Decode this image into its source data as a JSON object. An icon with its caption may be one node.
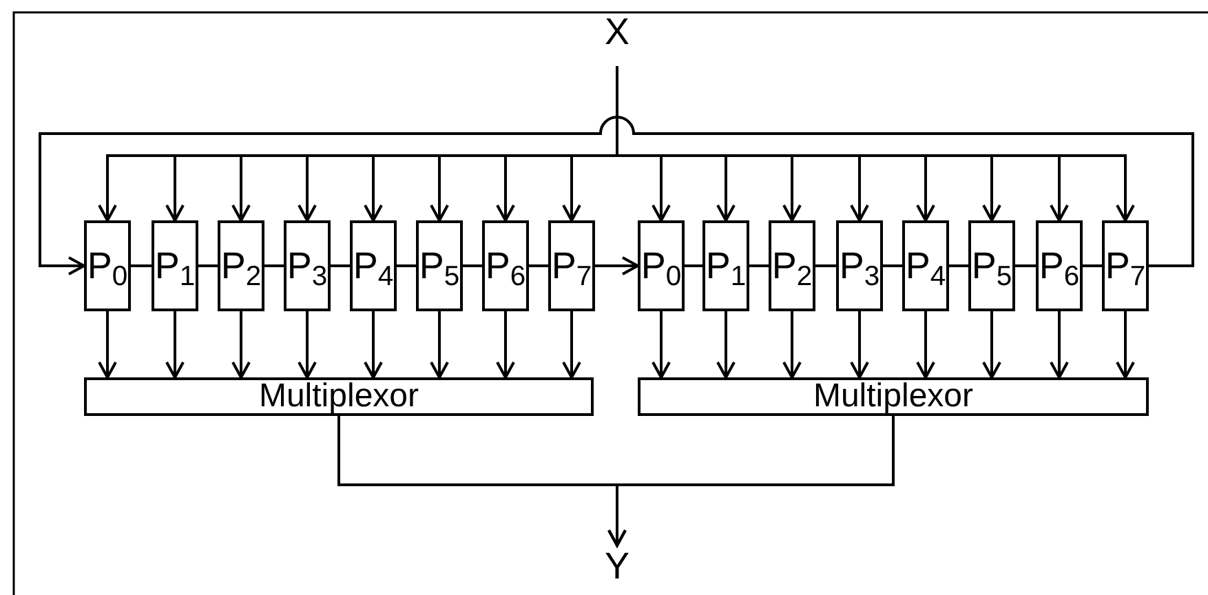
{
  "diagram": {
    "nodes": [
      {
        "text": [
          "X"
        ]
      },
      {
        "text": [
          "P$_{0}$"
        ]
      },
      {
        "text": [
          "P$_{1}$"
        ]
      },
      {
        "text": [
          "P$_{2}$"
        ]
      },
      {
        "text": [
          "P$_{3}$"
        ]
      },
      {
        "text": [
          "P$_{4}$"
        ]
      },
      {
        "text": [
          "P$_{5}$"
        ]
      },
      {
        "text": [
          "P$_{6}$"
        ]
      },
      {
        "text": [
          "P$_{7}$"
        ]
      },
      {
        "text": [
          "P$_{0}$"
        ]
      },
      {
        "text": [
          "P$_{1}$"
        ]
      },
      {
        "text": [
          "P$_{2}$"
        ]
      },
      {
        "text": [
          "P$_{3}$"
        ]
      },
      {
        "text": [
          "P$_{4}$"
        ]
      },
      {
        "text": [
          "P$_{5}$"
        ]
      },
      {
        "text": [
          "P$_{6}$"
        ]
      },
      {
        "text": [
          "P$_{7}$"
        ]
      },
      {
        "text": [
          "Multiplexor"
        ]
      },
      {
        "text": [
          "Multiplexor"
        ]
      },
      {
        "text": [
          "Y"
        ]
      }
    ],
    "edges": [
      {
        "from": 0,
        "to": 1,
        "arrow": "to"
      },
      {
        "from": 0,
        "to": 2,
        "arrow": "to"
      },
      {
        "from": 0,
        "to": 3,
        "arrow": "to"
      },
      {
        "from": 0,
        "to": 4,
        "arrow": "to"
      },
      {
        "from": 0,
        "to": 5,
        "arrow": "to"
      },
      {
        "from": 0,
        "to": 6,
        "arrow": "to"
      },
      {
        "from": 0,
        "to": 7,
        "arrow": "to"
      },
      {
        "from": 0,
        "to": 8,
        "arrow": "to"
      },
      {
        "from": 0,
        "to": 9,
        "arrow": "to"
      },
      {
        "from": 0,
        "to": 10,
        "arrow": "to"
      },
      {
        "from": 0,
        "to": 11,
        "arrow": "to"
      },
      {
        "from": 0,
        "to": 12,
        "arrow": "to"
      },
      {
        "from": 0,
        "to": 13,
        "arrow": "to"
      },
      {
        "from": 0,
        "to": 14,
        "arrow": "to"
      },
      {
        "from": 0,
        "to": 15,
        "arrow": "to"
      },
      {
        "from": 0,
        "to": 16,
        "arrow": "to"
      },
      {
        "from": 1,
        "to": 2,
        "arrow": "none"
      },
      {
        "from": 2,
        "to": 3,
        "arrow": "none"
      },
      {
        "from": 3,
        "to": 4,
        "arrow": "none"
      },
      {
        "from": 4,
        "to": 5,
        "arrow": "none"
      },
      {
        "from": 5,
        "to": 6,
        "arrow": "none"
      },
      {
        "from": 6,
        "to": 7,
        "arrow": "none"
      },
      {
        "from": 7,
        "to": 8,
        "arrow": "none"
      },
      {
        "from": 8,
        "to": 9,
        "arrow": "to"
      },
      {
        "from": 9,
        "to": 10,
        "arrow": "none"
      },
      {
        "from": 10,
        "to": 11,
        "arrow": "none"
      },
      {
        "from": 11,
        "to": 12,
        "arrow": "none"
      },
      {
        "from": 12,
        "to": 13,
        "arrow": "none"
      },
      {
        "from": 13,
        "to": 14,
        "arrow": "none"
      },
      {
        "from": 14,
        "to": 15,
        "arrow": "none"
      },
      {
        "from": 15,
        "to": 16,
        "arrow": "none"
      },
      {
        "from": 16,
        "to": 1,
        "arrow": "to"
      },
      {
        "from": 1,
        "to": 17,
        "arrow": "to"
      },
      {
        "from": 2,
        "to": 17,
        "arrow": "to"
      },
      {
        "from": 3,
        "to": 17,
        "arrow": "to"
      },
      {
        "from": 4,
        "to": 17,
        "arrow": "to"
      },
      {
        "from": 5,
        "to": 17,
        "arrow": "to"
      },
      {
        "from": 6,
        "to": 17,
        "arrow": "to"
      },
      {
        "from": 7,
        "to": 17,
        "arrow": "to"
      },
      {
        "from": 8,
        "to": 17,
        "arrow": "to"
      },
      {
        "from": 9,
        "to": 18,
        "arrow": "to"
      },
      {
        "from": 10,
        "to": 18,
        "arrow": "to"
      },
      {
        "from": 11,
        "to": 18,
        "arrow": "to"
      },
      {
        "from": 12,
        "to": 18,
        "arrow": "to"
      },
      {
        "from": 13,
        "to": 18,
        "arrow": "to"
      },
      {
        "from": 14,
        "to": 18,
        "arrow": "to"
      },
      {
        "from": 15,
        "to": 18,
        "arrow": "to"
      },
      {
        "from": 16,
        "to": 18,
        "arrow": "to"
      },
      {
        "from": 17,
        "to": 19,
        "arrow": "to"
      },
      {
        "from": 18,
        "to": 19,
        "arrow": "to"
      }
    ]
  }
}
